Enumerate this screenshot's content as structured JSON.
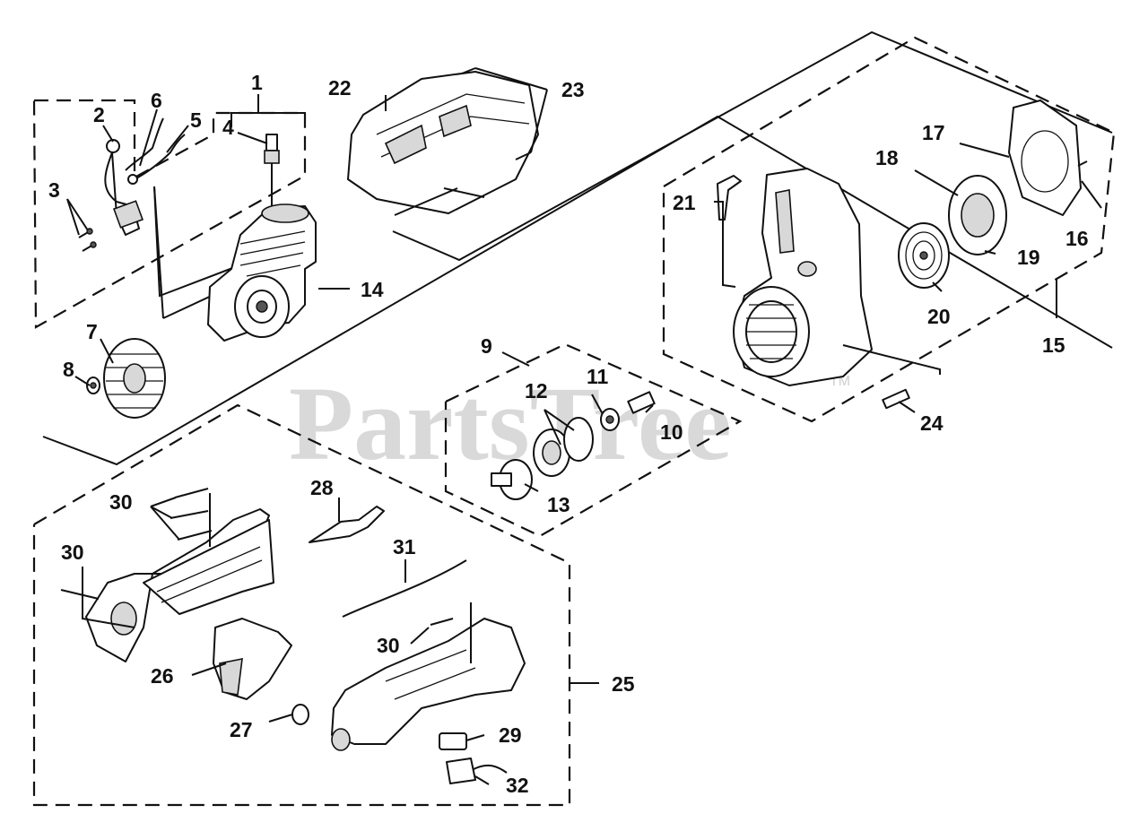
{
  "watermark": {
    "text": "PartsTree",
    "trademark": "TM"
  },
  "callouts": [
    {
      "id": "1",
      "label": "1"
    },
    {
      "id": "2",
      "label": "2"
    },
    {
      "id": "3",
      "label": "3"
    },
    {
      "id": "4",
      "label": "4"
    },
    {
      "id": "5",
      "label": "5"
    },
    {
      "id": "6",
      "label": "6"
    },
    {
      "id": "7",
      "label": "7"
    },
    {
      "id": "8",
      "label": "8"
    },
    {
      "id": "9",
      "label": "9"
    },
    {
      "id": "10",
      "label": "10"
    },
    {
      "id": "11",
      "label": "11"
    },
    {
      "id": "12",
      "label": "12"
    },
    {
      "id": "13",
      "label": "13"
    },
    {
      "id": "14",
      "label": "14"
    },
    {
      "id": "15",
      "label": "15"
    },
    {
      "id": "16",
      "label": "16"
    },
    {
      "id": "17",
      "label": "17"
    },
    {
      "id": "18",
      "label": "18"
    },
    {
      "id": "19",
      "label": "19"
    },
    {
      "id": "20",
      "label": "20"
    },
    {
      "id": "21",
      "label": "21"
    },
    {
      "id": "22",
      "label": "22"
    },
    {
      "id": "23",
      "label": "23"
    },
    {
      "id": "24",
      "label": "24"
    },
    {
      "id": "25",
      "label": "25"
    },
    {
      "id": "26",
      "label": "26"
    },
    {
      "id": "27",
      "label": "27"
    },
    {
      "id": "28",
      "label": "28"
    },
    {
      "id": "29",
      "label": "29"
    },
    {
      "id": "30a",
      "label": "30"
    },
    {
      "id": "30b",
      "label": "30"
    },
    {
      "id": "30c",
      "label": "30"
    },
    {
      "id": "31",
      "label": "31"
    },
    {
      "id": "32",
      "label": "32"
    }
  ],
  "colors": {
    "line": "#111111",
    "watermark": "#d9d9d9",
    "background": "#ffffff"
  }
}
